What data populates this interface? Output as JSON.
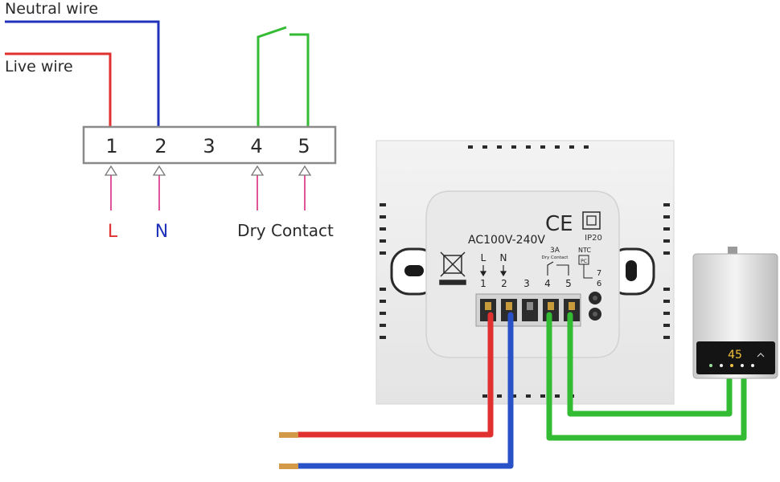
{
  "schematic": {
    "neutral_wire_label": "Neutral wire",
    "live_wire_label": "Live wire",
    "terminals": [
      "1",
      "2",
      "3",
      "4",
      "5"
    ],
    "bottom_labels": {
      "live": "L",
      "neutral": "N",
      "dry_contact": "Dry Contact"
    }
  },
  "device": {
    "voltage": "AC100V-240V",
    "ce_mark": "CE",
    "ip_rating": "IP20",
    "terminal_letter_l": "L",
    "terminal_letter_n": "N",
    "relay_rating": "3A",
    "dry_contact_label": "Dry Contact",
    "ntc_label": "NTC",
    "ntc_box": "PC",
    "terminal_numbers": [
      "1",
      "2",
      "3",
      "4",
      "5"
    ],
    "ntc_pins": [
      "7",
      "6"
    ]
  },
  "boiler": {
    "display_value": "45"
  },
  "colors": {
    "live": "#e03030",
    "neutral": "#2233bb",
    "dry_contact": "#33bb33",
    "pointer": "#e0559a",
    "device_face": "#ededed"
  }
}
